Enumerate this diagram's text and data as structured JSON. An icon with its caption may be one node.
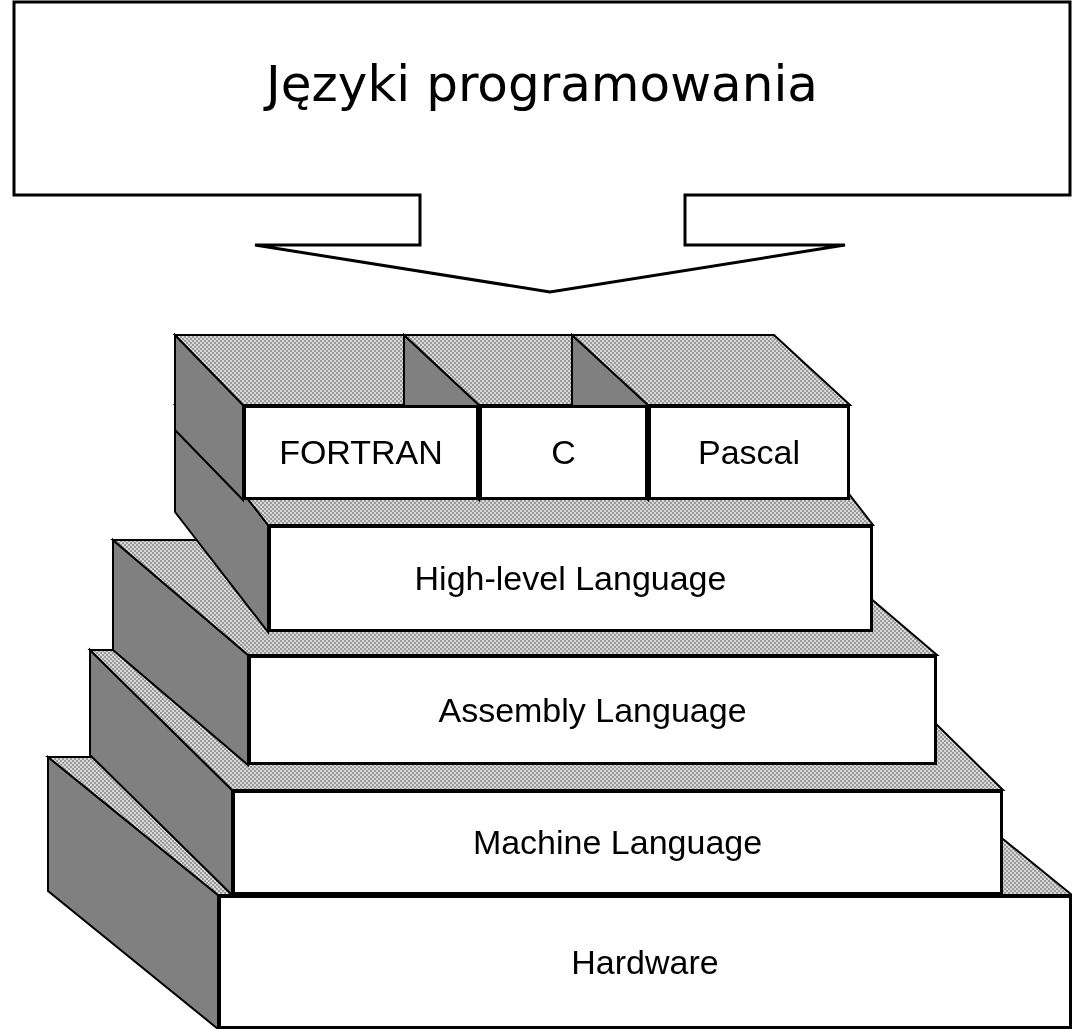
{
  "diagram": {
    "nodes": [
      {
        "text": [
          "Języki programowania"
        ]
      },
      {
        "text": [
          "FORTRAN"
        ]
      },
      {
        "text": [
          "C"
        ]
      },
      {
        "text": [
          "Pascal"
        ]
      },
      {
        "text": [
          "High-level Language"
        ]
      },
      {
        "text": [
          "Assembly Language"
        ]
      },
      {
        "text": [
          "Machine Language"
        ]
      },
      {
        "text": [
          "Hardware"
        ]
      }
    ]
  }
}
